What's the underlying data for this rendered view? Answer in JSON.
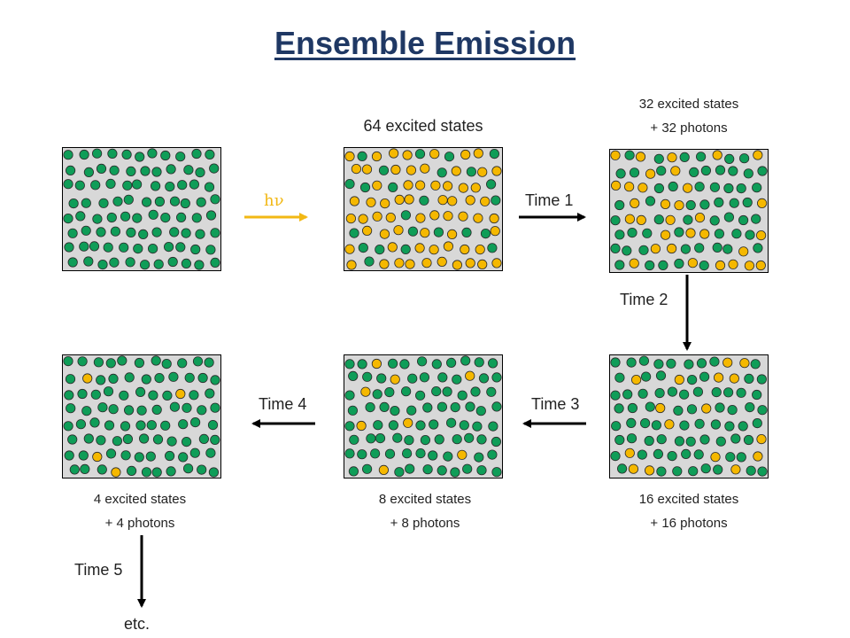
{
  "title": "Ensemble Emission",
  "colors": {
    "ground": "#0f9d58",
    "excited": "#f5b800",
    "arrow": "#000000",
    "light": "#f2b814",
    "title": "#1f3864"
  },
  "excitation_label": "hν",
  "stages": [
    {
      "id": "ground",
      "label_lines": [],
      "excited": 0
    },
    {
      "id": "pumped",
      "label_lines": [
        "64 excited states"
      ],
      "excited": 64
    },
    {
      "id": "t1",
      "label_lines": [
        "32 excited states",
        "+ 32 photons"
      ],
      "excited": 32
    },
    {
      "id": "t2",
      "label_lines": [
        "16 excited states",
        "+ 16 photons"
      ],
      "excited": 16
    },
    {
      "id": "t3",
      "label_lines": [
        "8 excited states",
        "+ 8 photons"
      ],
      "excited": 8
    },
    {
      "id": "t4",
      "label_lines": [
        "4 excited states",
        "+ 4 photons"
      ],
      "excited": 4
    }
  ],
  "time_labels": [
    "Time 1",
    "Time 2",
    "Time 3",
    "Time 4",
    "Time 5"
  ],
  "final_label": "etc."
}
